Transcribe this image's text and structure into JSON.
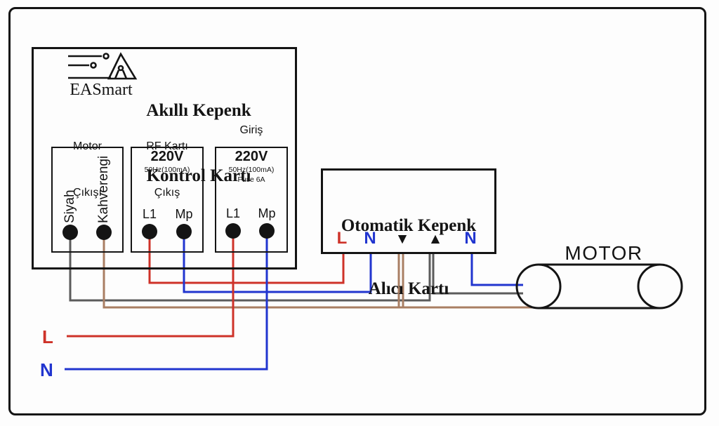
{
  "diagram": {
    "control_card": {
      "brand": "EASmart",
      "title_line1": "Akıllı Kepenk",
      "title_line2": "Kontrol Kartı",
      "ports": {
        "motor_output": {
          "label_line1": "Motor",
          "label_line2": "Çıkışı",
          "terminals": [
            "Siyah",
            "Kahverengi"
          ]
        },
        "rf_output": {
          "label_line1": "RF Kartı",
          "label_line2": "Çıkış",
          "voltage": "220V",
          "spec": "50Hz(100mA)",
          "terminals": [
            "L1",
            "Mp"
          ]
        },
        "input": {
          "label": "Giriş",
          "voltage": "220V",
          "spec": "50Hz(100mA)",
          "fuse": "Fuse 6A",
          "terminals": [
            "L1",
            "Mp"
          ]
        }
      }
    },
    "receiver_card": {
      "title_line1": "Otomatik Kepenk",
      "title_line2": "Alıcı Kartı",
      "terminals": [
        "L",
        "N",
        "▼",
        "▲",
        "N"
      ]
    },
    "motor_label": "MOTOR",
    "mains": {
      "live_label": "L",
      "neutral_label": "N"
    },
    "colors": {
      "live_red": "#ce3229",
      "neutral_blue": "#2135cf",
      "wire_black": "#5b5b5b",
      "wire_brown": "#a97e63",
      "line_black": "#141414"
    }
  }
}
